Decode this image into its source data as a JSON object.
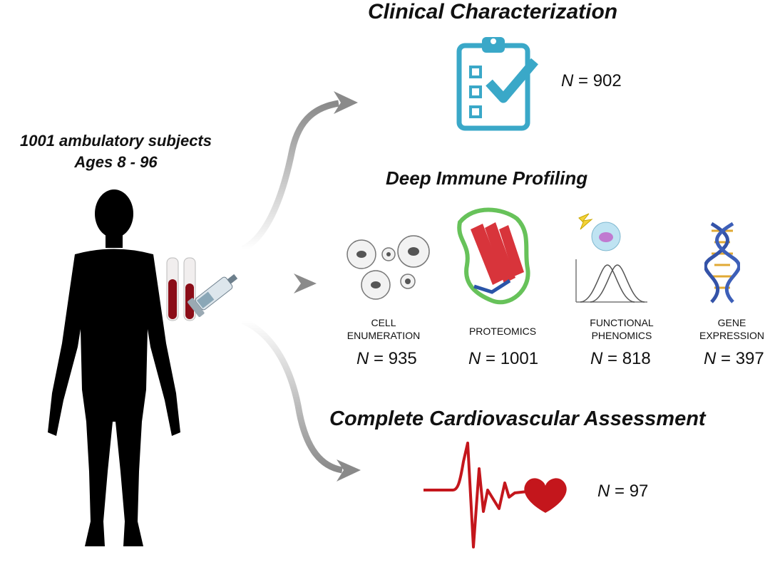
{
  "subjects": {
    "line1": "1001 ambulatory subjects",
    "line2": "Ages 8 - 96"
  },
  "sections": {
    "clinical": {
      "title": "Clinical Characterization",
      "n_label": "N",
      "n_value": "= 902"
    },
    "immune": {
      "title": "Deep Immune Profiling",
      "panels": [
        {
          "line1": "CELL",
          "line2": "ENUMERATION",
          "n_label": "N",
          "n_value": "= 935"
        },
        {
          "line1": "PROTEOMICS",
          "line2": "",
          "n_label": "N",
          "n_value": "= 1001"
        },
        {
          "line1": "FUNCTIONAL",
          "line2": "PHENOMICS",
          "n_label": "N",
          "n_value": "= 818"
        },
        {
          "line1": "GENE",
          "line2": "EXPRESSION",
          "n_label": "N",
          "n_value": "= 397"
        }
      ]
    },
    "cardio": {
      "title": "Complete Cardiovascular Assessment",
      "n_label": "N",
      "n_value": "= 97"
    }
  },
  "colors": {
    "clipboard": "#3aa8c8",
    "blood": "#8b0d18",
    "heart": "#c4161c",
    "arrow": "#8a8a8a"
  }
}
